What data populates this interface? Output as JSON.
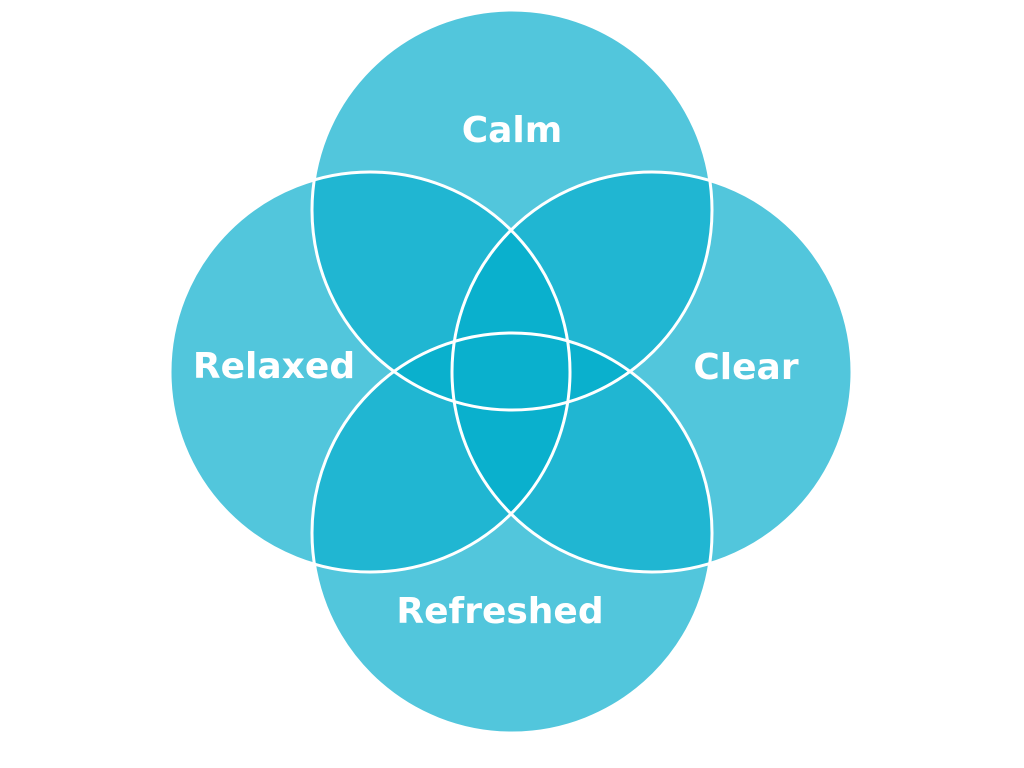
{
  "diagram": {
    "type": "four-set-venn",
    "labels": {
      "top": "Calm",
      "left": "Relaxed",
      "right": "Clear",
      "bottom": "Refreshed"
    },
    "colors": {
      "single": "#52c6dc",
      "double": "#20b6d2",
      "center": "#0ab0cd",
      "outline": "#ffffff",
      "background": "#ffffff"
    }
  }
}
